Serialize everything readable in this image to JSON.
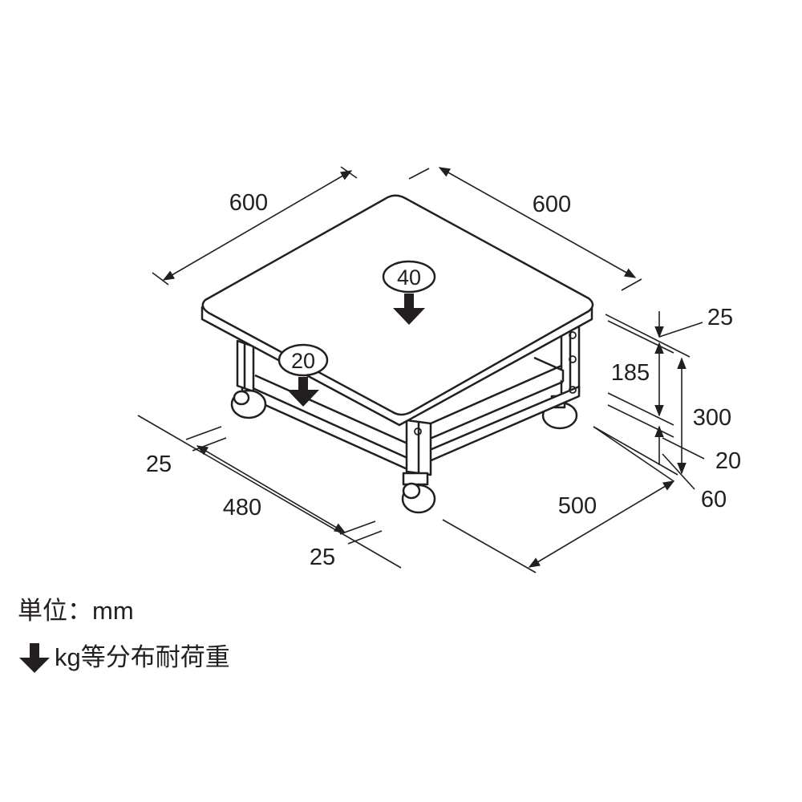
{
  "dimensions": {
    "top_depth": "600",
    "top_width": "600",
    "top_thickness": "25",
    "upper_clearance": "185",
    "total_height": "300",
    "shelf_thickness": "20",
    "caster_height": "60",
    "front_left_margin": "25",
    "inner_width": "480",
    "front_right_margin": "25",
    "base_depth": "500"
  },
  "loads": {
    "top_shelf": "40",
    "lower_shelf": "20"
  },
  "legend": {
    "unit": "単位：mm",
    "load_note": "kg等分布耐荷重"
  }
}
